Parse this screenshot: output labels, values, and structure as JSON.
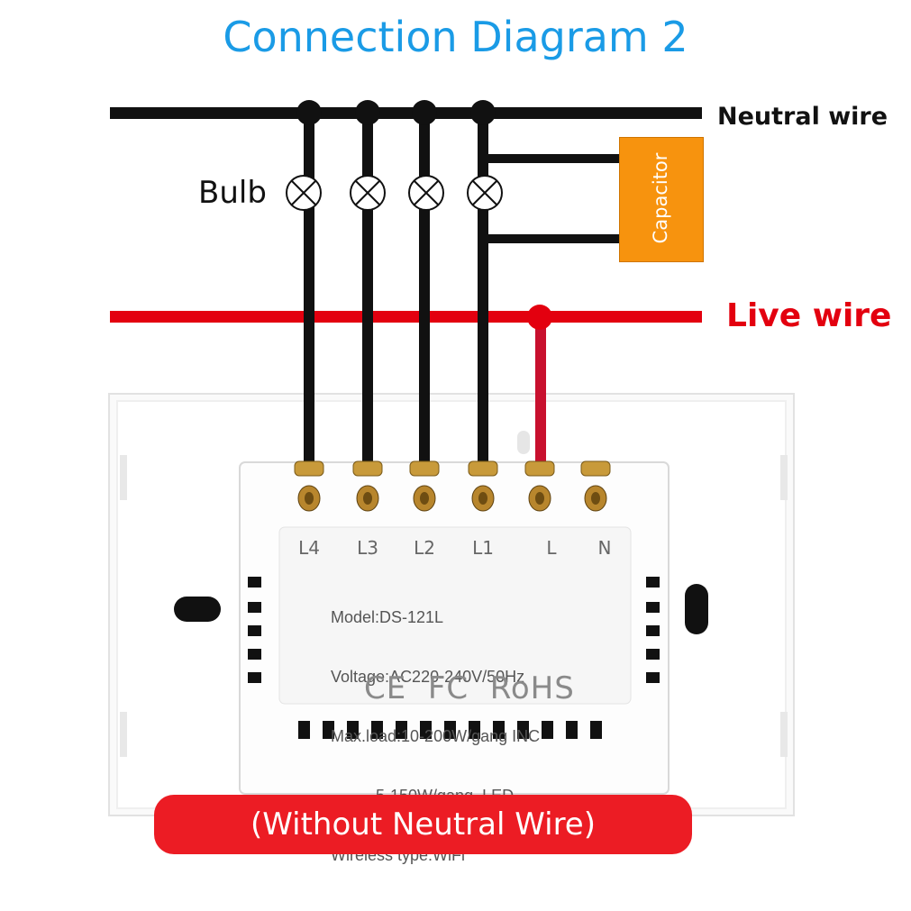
{
  "title": "Connection Diagram 2",
  "labels": {
    "neutral_wire": "Neutral wire",
    "live_wire": "Live wire",
    "bulb": "Bulb",
    "capacitor": "Capacitor"
  },
  "terminals": [
    "L4",
    "L3",
    "L2",
    "L1",
    "L",
    "N"
  ],
  "spec_lines": [
    "Model:DS-121L",
    "Voltage:AC220-240V/50Hz",
    "Max.load:10-200W/gang INC",
    "          5-150W/gang  LED",
    "Wireless type:WiFi"
  ],
  "cert_marks": "CE  FC  RoHS",
  "banner": "(Without Neutral Wire)",
  "colors": {
    "title": "#1a9be6",
    "neutral": "#111111",
    "live": "#e3000f",
    "capacitor": "#f7930e",
    "banner": "#ec1c24"
  }
}
